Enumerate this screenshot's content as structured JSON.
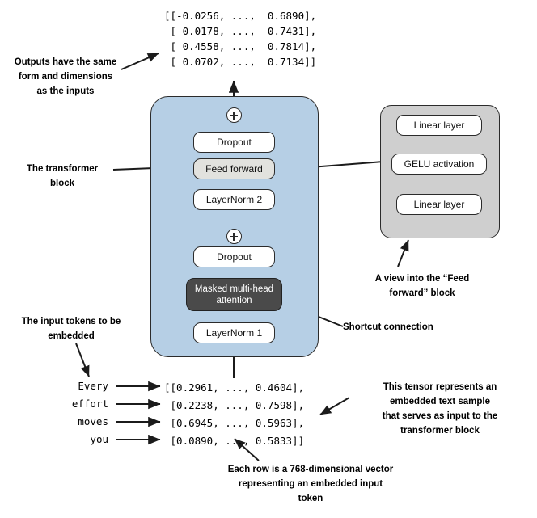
{
  "figure": {
    "title": "Transformer block architecture diagram",
    "colors": {
      "transformer_block_fill": "#b6cfe5",
      "feedforward_detail_fill": "#cfcfcf",
      "feed_forward_node_fill": "#e2e2de",
      "attention_node_fill": "#4a4a4a",
      "node_stroke": "#2b2b2b",
      "text": "#000000"
    }
  },
  "output_tensor": {
    "lines": [
      "[[-0.0256, ...,  0.6890],",
      " [-0.0178, ...,  0.7431],",
      " [ 0.4558, ...,  0.7814],",
      " [ 0.0702, ...,  0.7134]]"
    ]
  },
  "input_tensor": {
    "lines": [
      "[[0.2961, ..., 0.4604],",
      " [0.2238, ..., 0.7598],",
      " [0.6945, ..., 0.5963],",
      " [0.0890, ..., 0.5833]]"
    ]
  },
  "tokens": [
    "Every",
    "effort",
    "moves",
    "you"
  ],
  "transformer_block": {
    "nodes": [
      {
        "id": "dropout-2",
        "label": "Dropout"
      },
      {
        "id": "feed-forward",
        "label": "Feed forward"
      },
      {
        "id": "layernorm-2",
        "label": "LayerNorm 2"
      },
      {
        "id": "dropout-1",
        "label": "Dropout"
      },
      {
        "id": "attention",
        "label": "Masked multi-head attention"
      },
      {
        "id": "layernorm-1",
        "label": "LayerNorm 1"
      }
    ],
    "add_symbol": "+"
  },
  "feedforward_detail": {
    "nodes": [
      {
        "id": "linear-top",
        "label": "Linear layer"
      },
      {
        "id": "gelu-activation",
        "label": "GELU activation"
      },
      {
        "id": "linear-bottom",
        "label": "Linear layer"
      }
    ]
  },
  "annotations": {
    "outputs": "Outputs have the same\nform and dimensions\nas the inputs",
    "transformer_block": "The transformer\nblock",
    "input_tokens": "The input tokens to be\nembedded",
    "feedforward_view": "A view into the  “Feed\nforward” block",
    "shortcut": "Shortcut connection",
    "tensor_meaning": "This tensor represents an\nembedded text sample\nthat serves as input to the\ntransformer block",
    "row_meaning": "Each row is a 768-dimensional vector\nrepresenting an embedded input\ntoken"
  }
}
